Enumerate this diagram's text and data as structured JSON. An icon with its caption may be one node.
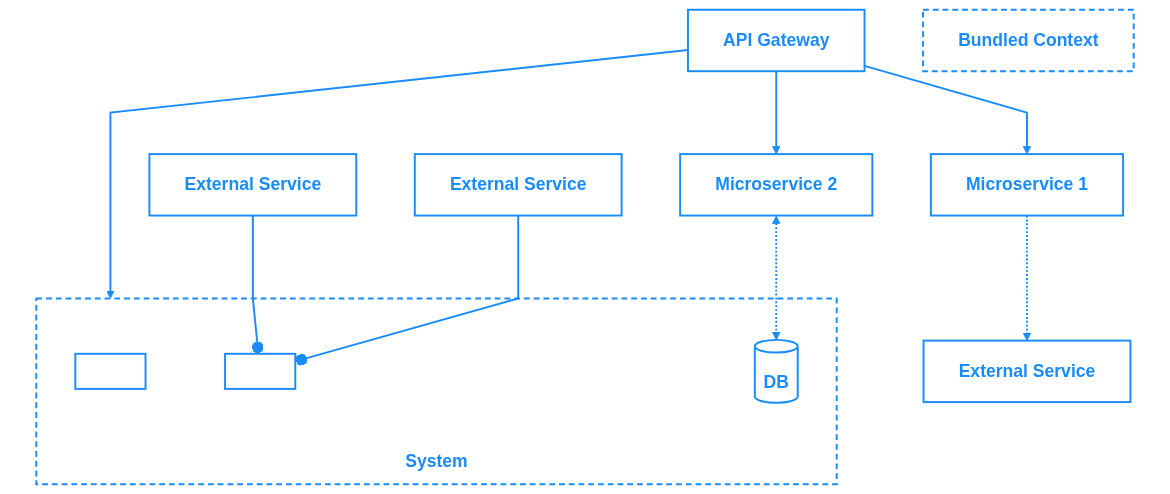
{
  "diagram": {
    "nodes": [
      {
        "text": [
          "API Gateway"
        ]
      },
      {
        "text": [
          "System"
        ]
      },
      {
        "text": [],
        "shape": "box",
        "in": 1
      },
      {
        "text": [],
        "shape": "box",
        "in": 1
      },
      {
        "text": [
          "DB"
        ],
        "in": 1
      },
      {
        "text": [
          "External Service"
        ]
      },
      {
        "text": [
          "External Service"
        ]
      },
      {
        "text": [
          "Microservice 1"
        ]
      },
      {
        "text": [
          "Microservice 2"
        ]
      },
      {
        "text": [
          "Bundled Context"
        ]
      },
      {
        "text": [
          "External Service"
        ]
      }
    ],
    "edges": [
      {
        "from": 0,
        "to": 1,
        "arrow": "to"
      },
      {
        "from": 0,
        "to": 7,
        "arrow": "to"
      },
      {
        "from": 0,
        "to": 8,
        "arrow": "to"
      },
      {
        "from": 5,
        "to": 3,
        "arrow": "other"
      },
      {
        "from": 6,
        "to": 3,
        "arrow": "other"
      },
      {
        "from": 7,
        "to": 10,
        "arrow": "to",
        "style": "dashed"
      },
      {
        "from": 8,
        "to": 4,
        "arrow": "both",
        "style": "dashed"
      }
    ]
  }
}
